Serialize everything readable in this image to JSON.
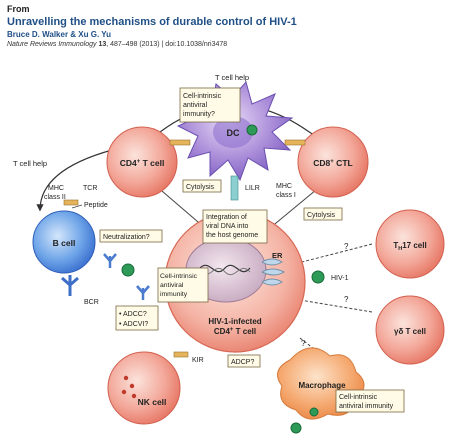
{
  "header": {
    "from": "From",
    "title": "Unravelling the mechanisms of durable control of HIV-1",
    "authors": "Bruce D. Walker & Xu G. Yu",
    "journal": "Nature Reviews Immunology",
    "volume": "13",
    "pages": ", 487–498 (2013)",
    "separator": "|",
    "doi": "doi:10.1038/nri3478"
  },
  "diagram": {
    "t_cell_help_top": "T cell help",
    "t_cell_help_left": "T cell help",
    "cell_intrinsic_q_1": "Cell-intrinsic",
    "cell_intrinsic_q_2": "antiviral",
    "cell_intrinsic_q_3": "immunity?",
    "dc": "DC",
    "cd4": "CD4",
    "cd4_sup": "+",
    "cd4_suffix": " T cell",
    "cd8": "CD8",
    "cd8_sup": "+",
    "cd8_suffix": " CTL",
    "cytolysis_left": "Cytolysis",
    "cytolysis_right": "Cytolysis",
    "lilr": "LILR",
    "mhc_class_ii_1": "MHC",
    "mhc_class_ii_2": "class II",
    "tcr": "TCR",
    "peptide": "Peptide",
    "mhc_class_i_1": "MHC",
    "mhc_class_i_2": "class I",
    "integration_1": "Integration of",
    "integration_2": "viral DNA into",
    "integration_3": "the host genome",
    "b_cell": "B cell",
    "neutralization": "Neutralization?",
    "bcr": "BCR",
    "th17_prefix": "T",
    "th17_sub": "H",
    "th17_suffix": "17 cell",
    "q_th17": "?",
    "hiv1": "HIV-1",
    "er": "ER",
    "ci_infected_1": "Cell-intrinsic",
    "ci_infected_2": "antiviral",
    "ci_infected_3": "immunity",
    "gd_t_cell": "γδ T cell",
    "q_gd": "?",
    "adcc": "• ADCC?",
    "adcvi": "• ADCVI?",
    "infected_1": "HIV-1-infected",
    "infected_2": "CD4",
    "infected_2_sup": "+",
    "infected_2_suffix": " T cell",
    "kir": "KIR",
    "adcp": "ADCP?",
    "macrophage": "Macrophage",
    "q_macro": "?",
    "nk_cell": "NK cell",
    "ci_macro_1": "Cell-intrinsic",
    "ci_macro_2": "antiviral immunity"
  }
}
